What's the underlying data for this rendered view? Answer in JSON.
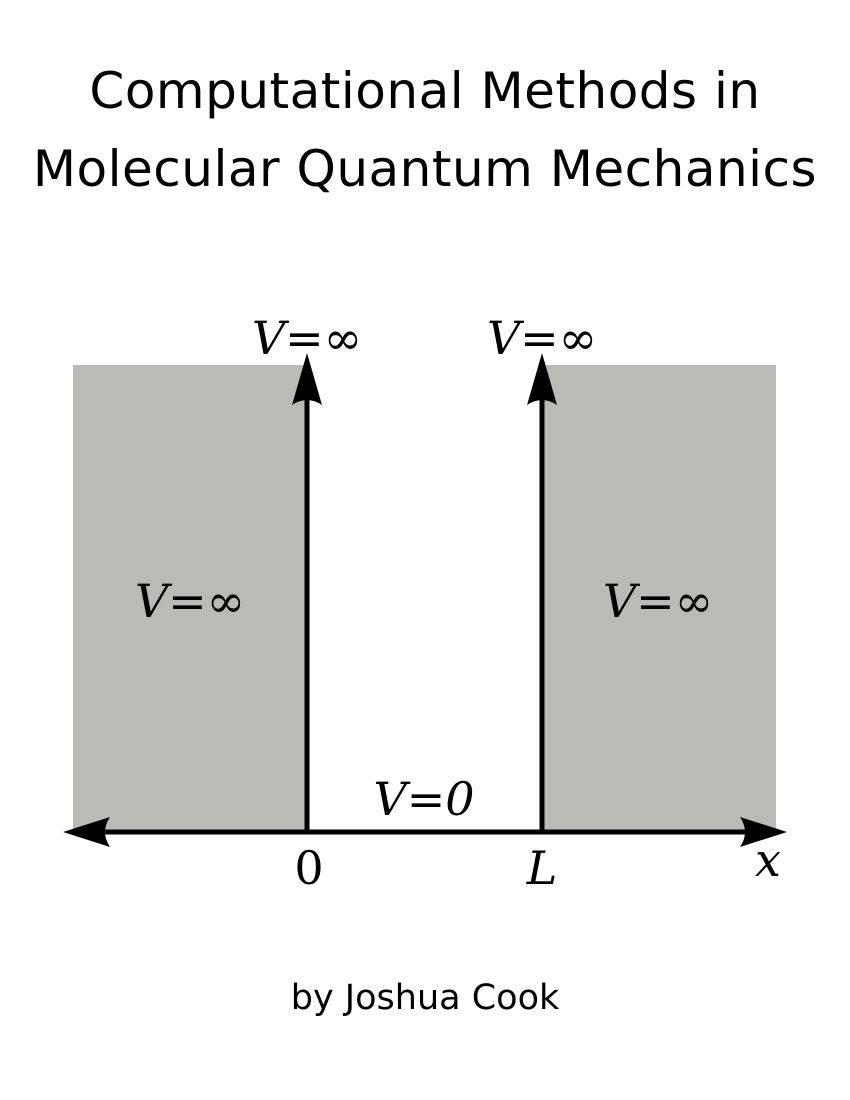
{
  "title": {
    "line1": "Computational Methods in",
    "line2": "Molecular Quantum Mechanics"
  },
  "author": "by Joshua Cook",
  "diagram": {
    "region_color": "#bbbbb5",
    "line_color": "#000000",
    "label_top_left": "V=∞",
    "label_top_right": "V=∞",
    "label_region_left": "V=∞",
    "label_region_right": "V=∞",
    "label_well": "V=0",
    "tick_zero": "0",
    "tick_L": "L",
    "axis_x": "x"
  }
}
